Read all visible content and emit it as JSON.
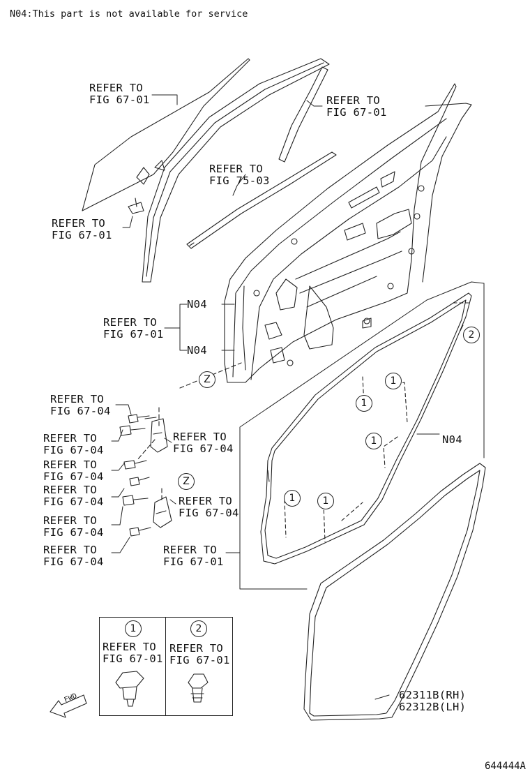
{
  "note": "N04:This part is not available for service",
  "figure_id": "644444A",
  "labels": {
    "refer_67_01": "REFER TO\nFIG 67-01",
    "refer_67_04": "REFER TO\nFIG 67-04",
    "refer_75_03": "REFER TO\nFIG 75-03",
    "n04": "N04",
    "part_numbers": "62311B(RH)\n62312B(LH)",
    "callout_1": "1",
    "callout_2": "2",
    "callout_z": "Z",
    "fwd": "FWD"
  }
}
